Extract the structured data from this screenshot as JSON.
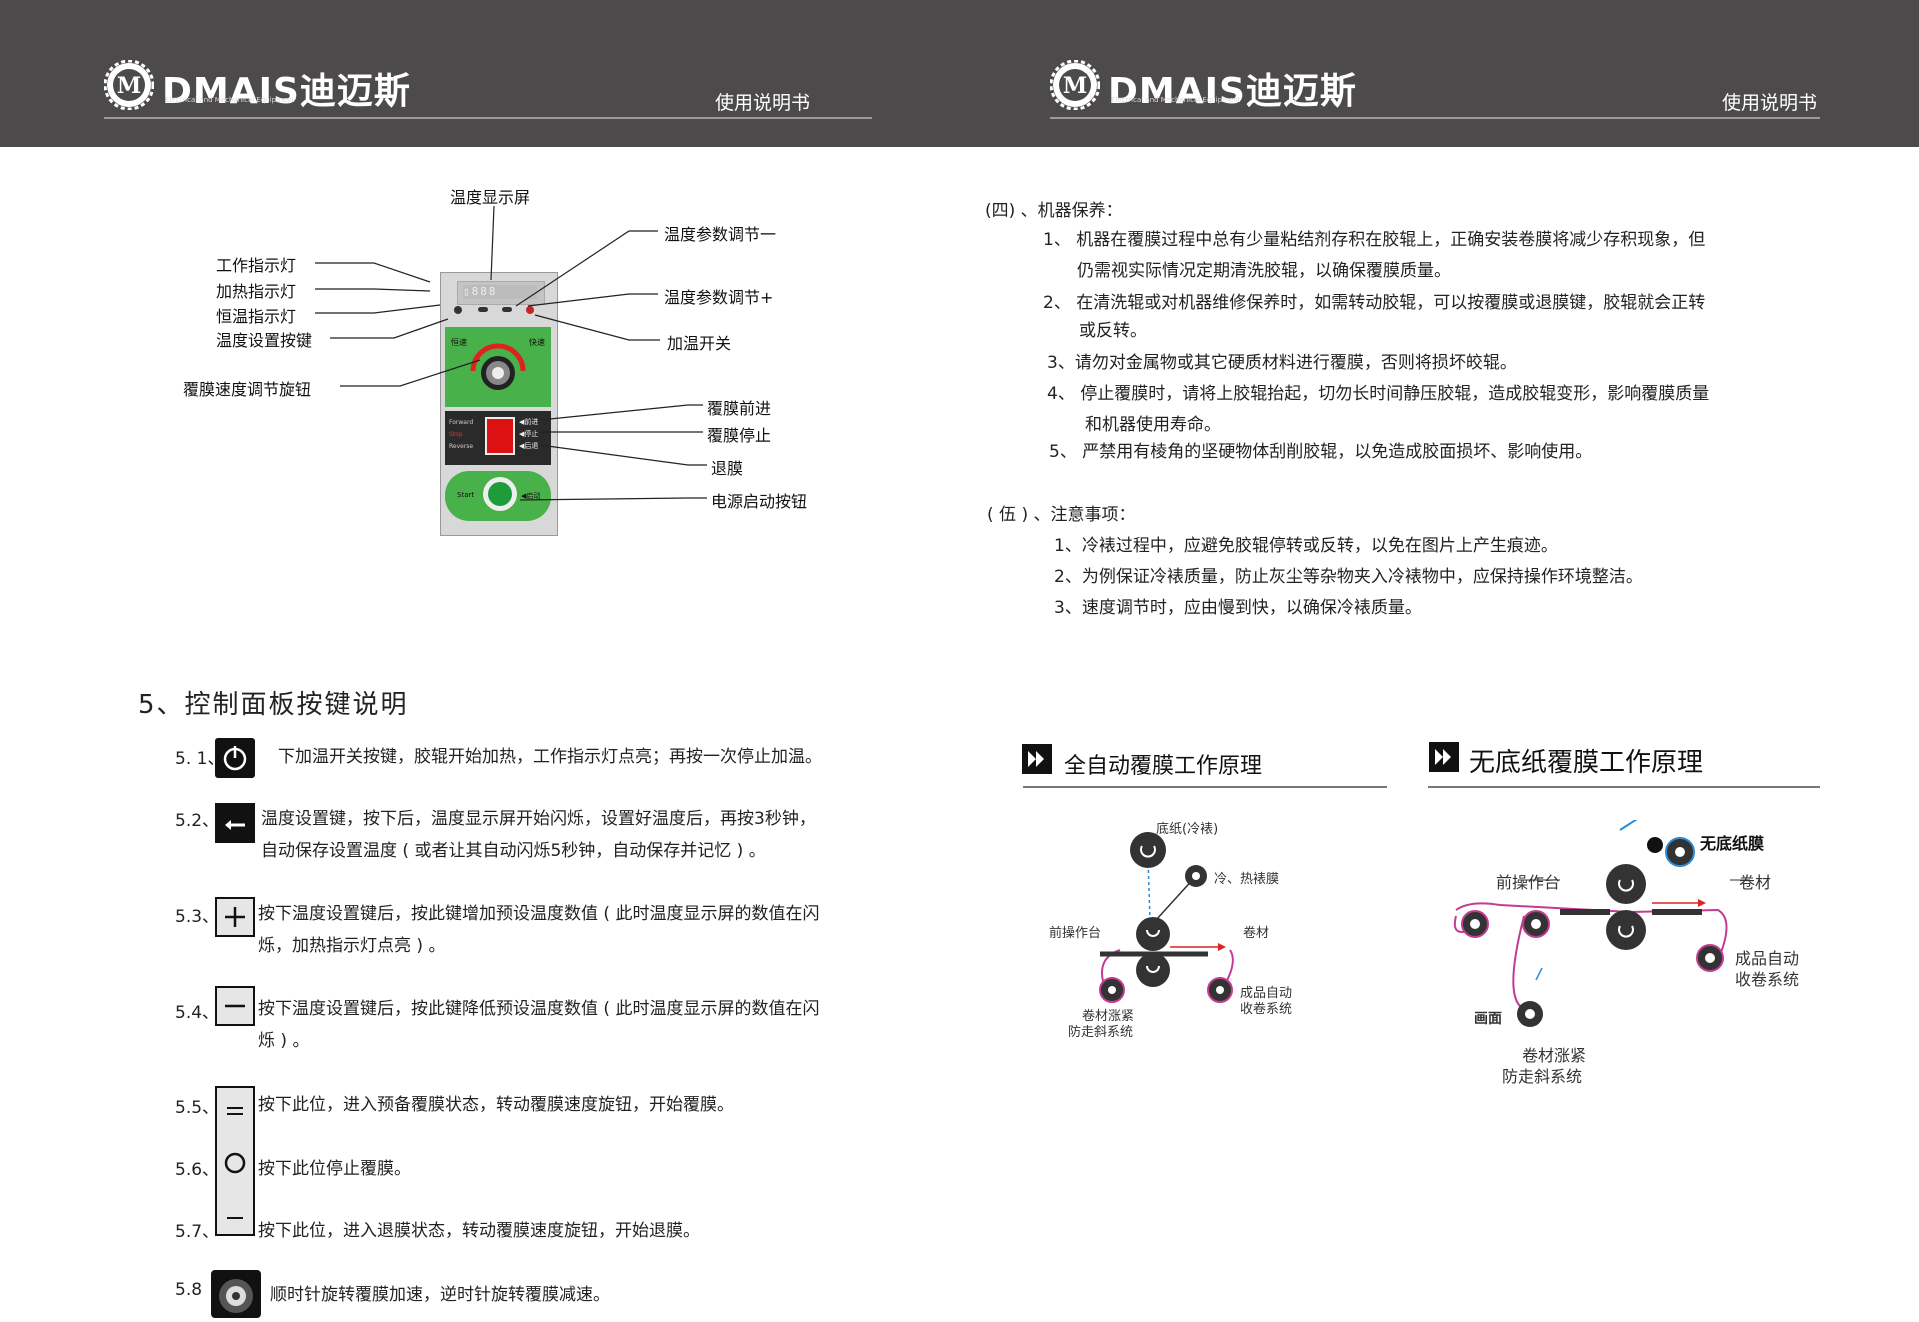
{
  "header": {
    "brand": "DMAIS迪迈斯",
    "brand_sub": "Electrical and Mechanical Equipment",
    "manual_label": "使用说明书"
  },
  "panel": {
    "temp_display": "温度显示屏",
    "work_light": "工作指示灯",
    "heat_light": "加热指示灯",
    "const_light": "恒温指示灯",
    "temp_set_key": "温度设置按键",
    "speed_knob": "覆膜速度调节旋钮",
    "temp_minus": "温度参数调节一",
    "temp_plus": "温度参数调节+",
    "heat_switch": "加温开关",
    "forward": "覆膜前进",
    "stop": "覆膜停止",
    "reverse": "退膜",
    "power_btn": "电源启动按钮",
    "knob_slow": "恒速",
    "knob_fast": "快速",
    "sw_forward": "Forward",
    "sw_stop": "Stop",
    "sw_reverse": "Reverse",
    "sw_fwd_cn": "◀前进",
    "sw_stop_cn": "◀停止",
    "sw_rev_cn": "◀后退",
    "start_en": "Start",
    "start_cn": "◀启动"
  },
  "maintenance": {
    "title": "(四) 、机器保养：",
    "items": [
      "1、 机器在覆膜过程中总有少量粘结剂存积在胶辊上，正确安装卷膜将减少存积现象，但",
      "仍需视实际情况定期清洗胶辊，以确保覆膜质量。",
      "2、 在清洗辊或对机器维修保养时，如需转动胶辊，可以按覆膜或退膜键，胶辊就会正转",
      "或反转。",
      "3、请勿对金属物或其它硬质材料进行覆膜，否则将损坏皎辊。",
      "4、 停止覆膜时，请将上胶辊抬起，切勿长时间静压胶辊，造成胶辊变形，影响覆膜质量",
      "和机器使用寿命。",
      "5、 严禁用有棱角的坚硬物体刮削胶辊，以免造成胶面损坏、影响使用。"
    ]
  },
  "notes": {
    "title": "( 伍 ) 、注意事项：",
    "items": [
      "1、冷裱过程中，应避免胶辊停转或反转，以免在图片上产生痕迹。",
      "2、为例保证冷裱质量，防止灰尘等杂物夹入冷裱物中，应保持操作环境整洁。",
      "3、速度调节时，应由慢到快，以确保冷裱质量。"
    ]
  },
  "keys": {
    "title": "5、控制面板按键说明",
    "k1_num": "5. 1、",
    "k1": "下加温开关按键，胶辊开始加热，工作指示灯点亮；再按一次停止加温。",
    "k2_num": "5.2、",
    "k2a": "温度设置键，按下后，温度显示屏开始闪烁，设置好温度后，再按3秒钟，",
    "k2b": "自动保存设置温度 ( 或者让其自动闪烁5秒钟，自动保存并记忆 ) 。",
    "k3_num": "5.3、",
    "k3a": "按下温度设置键后，按此键增加预设温度数值 ( 此时温度显示屏的数值在闪",
    "k3b": "烁，加热指示灯点亮 ) 。",
    "k4_num": "5.4、",
    "k4a": "按下温度设置键后，按此键降低预设温度数值 ( 此时温度显示屏的数值在闪",
    "k4b": "烁 ) 。",
    "k5_num": "5.5、",
    "k5": "按下此位，进入预备覆膜状态，转动覆膜速度旋钮，开始覆膜。",
    "k6_num": "5.6、",
    "k6": "按下此位停止覆膜。",
    "k7_num": "5.7、",
    "k7": "按下此位，进入退膜状态，转动覆膜速度旋钮，开始退膜。",
    "k8_num": "5.8",
    "k8": "顺时针旋转覆膜加速，逆时针旋转覆膜减速。"
  },
  "auto_diagram": {
    "title": "全自动覆膜工作原理",
    "base_paper": "底纸(冷裱)",
    "film": "冷、热裱膜",
    "front_table": "前操作台",
    "roll": "卷材",
    "tension_a": "卷材涨紧",
    "tension_b": "防走斜系统",
    "rewind_a": "成品自动",
    "rewind_b": "收卷系统"
  },
  "nopaper_diagram": {
    "title": "无底纸覆膜工作原理",
    "film": "无底纸膜",
    "front_table": "前操作台",
    "roll": "卷材",
    "rewind_a": "成品自动",
    "rewind_b": "收卷系统",
    "picture": "画面",
    "tension_a": "卷材涨紧",
    "tension_b": "防走斜系统"
  }
}
